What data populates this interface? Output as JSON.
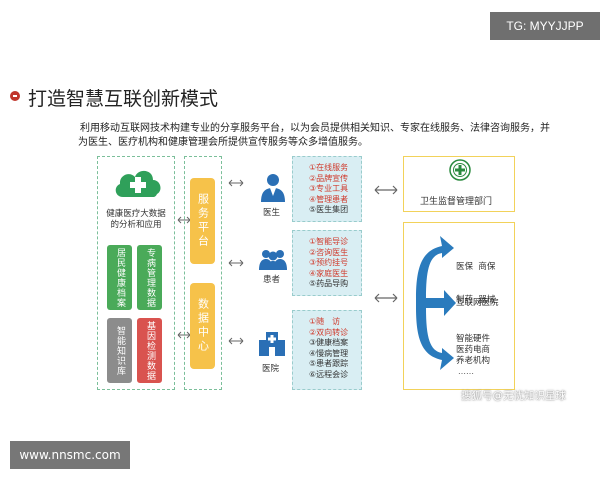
{
  "badge": "TG: MYYJJPP",
  "title": "打造智慧互联创新模式",
  "description": {
    "line1": "利用移动互联网技术构建专业的分享服务平台，以为会员提供相关知识、专家在线服务、法律咨询服务，并",
    "line2": "为医生、医疗机构和健康管理会所提供宣传服务等众多增值服务。"
  },
  "left_panel": {
    "caption": "健康医疗大数据的分析和应用",
    "caption_lines": [
      "健康医疗大数据",
      "的分析和应用"
    ],
    "modules": [
      "居民健康档案",
      "专病管理数据",
      "智能知识库",
      "基因检测数据"
    ],
    "colors": {
      "green": "#4aaa59",
      "gray": "#8c8c8c",
      "red": "#d9534f"
    }
  },
  "middle": {
    "platform": "服务平台",
    "data_center": "数据中心"
  },
  "roles": [
    {
      "label": "医生",
      "services": [
        "①在线服务",
        "②品牌宣传",
        "③专业工具",
        "④管理患者",
        "⑤医生集团"
      ]
    },
    {
      "label": "患者",
      "services": [
        "①智能导诊",
        "②咨询医生",
        "③预约挂号",
        "④家庭医生",
        "⑤药品导购"
      ]
    },
    {
      "label": "医院",
      "services": [
        "①随　访",
        "②双向转诊",
        "③健康档案",
        "④慢病管理",
        "⑤患者跟踪",
        "⑥远程会诊"
      ]
    }
  ],
  "right_panel": {
    "regulator": "卫生监督管理部门",
    "targets": [
      {
        "lines": [
          "医保  商保",
          "制药  器械"
        ]
      },
      {
        "lines": [
          "互联网医院"
        ]
      },
      {
        "lines": [
          "智能硬件",
          "医药电商",
          "养老机构"
        ]
      }
    ],
    "ellipsis": "……",
    "arrow_color": "#2a7bbd"
  },
  "watermark": "搜狐号@无忧知识星球",
  "url": "www.nnsmc.com"
}
